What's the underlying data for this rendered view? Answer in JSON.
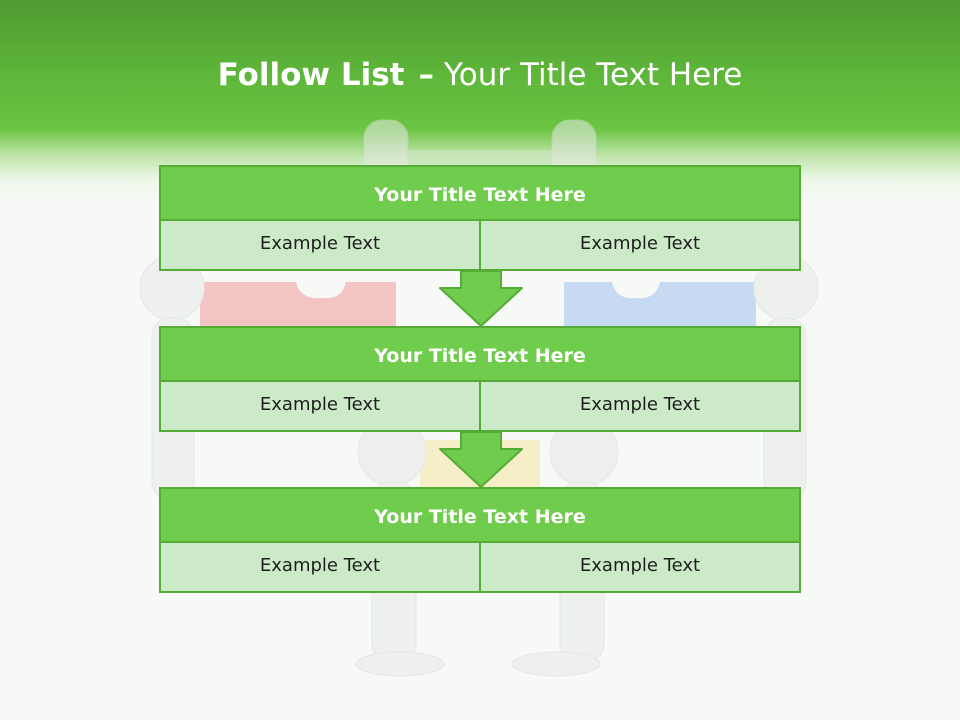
{
  "header": {
    "title_bold": "Follow List",
    "title_separator": "–",
    "title_rest": "Your Title Text Here"
  },
  "blocks": [
    {
      "title": "Your Title Text Here",
      "cells": [
        "Example Text",
        "Example Text"
      ]
    },
    {
      "title": "Your Title Text Here",
      "cells": [
        "Example Text",
        "Example Text"
      ]
    },
    {
      "title": "Your Title Text Here",
      "cells": [
        "Example Text",
        "Example Text"
      ]
    }
  ],
  "arrows": [
    {
      "icon": "down-arrow-icon"
    },
    {
      "icon": "down-arrow-icon"
    }
  ],
  "colors": {
    "header_green": "#5fb83a",
    "title_cell_green": "#70cc4c",
    "body_cell_green": "#cdeac8",
    "border_green": "#54ac36"
  }
}
